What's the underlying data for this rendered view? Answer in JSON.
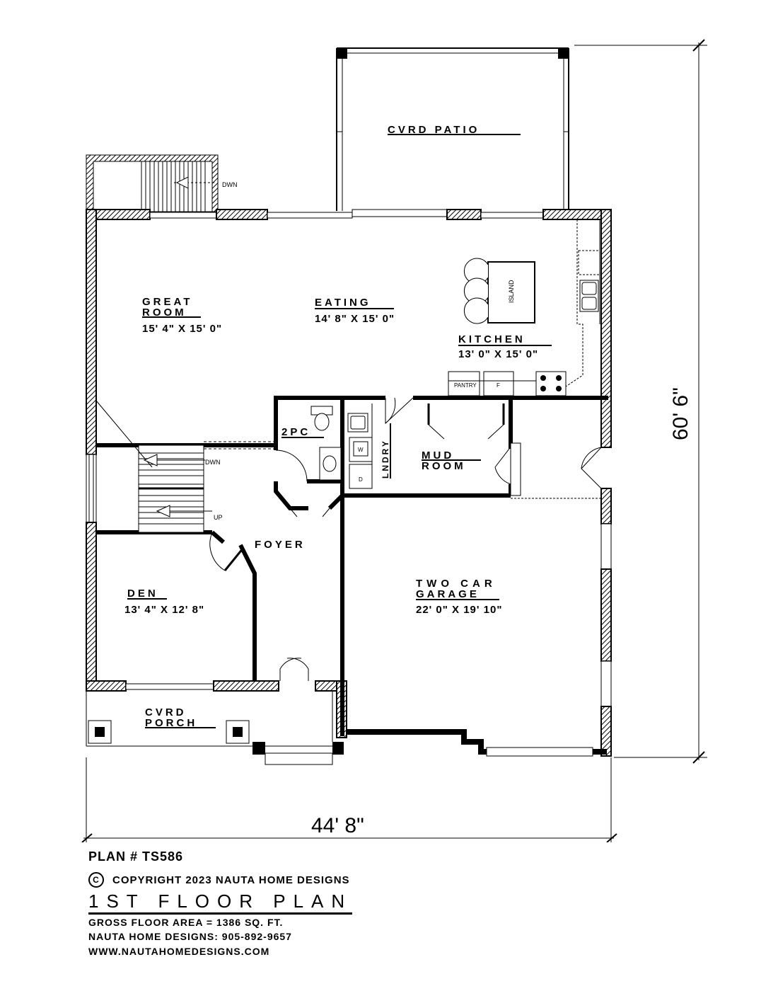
{
  "rooms": {
    "cvrd_patio": "CVRD PATIO",
    "great_room_line1": "GREAT",
    "great_room_line2": "ROOM",
    "great_room_dim": "15' 4\" X 15' 0\"",
    "eating": "EATING",
    "eating_dim": "14' 8\" X 15' 0\"",
    "kitchen": "KITCHEN",
    "kitchen_dim": "13' 0\" X 15' 0\"",
    "island": "ISLAND",
    "pantry": "PANTRY",
    "pantry_f": "F",
    "two_pc": "2PC",
    "laundry": "LNDRY",
    "washer": "W",
    "dryer": "D",
    "mud_line1": "MUD",
    "mud_line2": "ROOM",
    "foyer": "FOYER",
    "den": "DEN",
    "den_dim": "13' 4\" X 12' 8\"",
    "garage_line1": "TWO CAR",
    "garage_line2": "GARAGE",
    "garage_dim": "22' 0\" X 19' 10\"",
    "porch_line1": "CVRD",
    "porch_line2": "PORCH"
  },
  "stairs": {
    "deck_down": "DWN",
    "interior_down": "DWN",
    "interior_up": "UP"
  },
  "dimensions": {
    "overall_width": "44' 8\"",
    "overall_depth": "60' 6\""
  },
  "title_block": {
    "plan_number": "PLAN # TS586",
    "copyright_symbol": "C",
    "copyright": "COPYRIGHT 2023 NAUTA HOME DESIGNS",
    "sheet_title": "1ST FLOOR PLAN",
    "gross_floor_area": "GROSS  FLOOR AREA  =  1386  SQ. FT.",
    "phone": "NAUTA HOME DESIGNS:  905-892-9657",
    "website": "WWW.NAUTAHOMEDESIGNS.COM"
  }
}
